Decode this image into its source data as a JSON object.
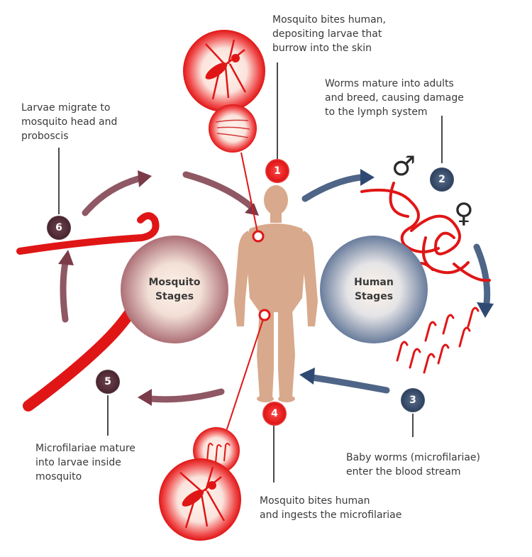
{
  "hubs": {
    "mosquito": "Mosquito\nStages",
    "human": "Human\nStages"
  },
  "steps": [
    {
      "num": "1",
      "text": "Mosquito bites human,\ndepositing larvae that\nburrow into the skin"
    },
    {
      "num": "2",
      "text": "Worms mature into adults\nand breed, causing damage\nto the lymph system"
    },
    {
      "num": "3",
      "text": "Baby worms (microfilariae)\nenter the blood stream"
    },
    {
      "num": "4",
      "text": "Mosquito bites human\nand ingests the microfilariae"
    },
    {
      "num": "5",
      "text": "Microfilariae mature\ninto larvae inside\nmosquito"
    },
    {
      "num": "6",
      "text": "Larvae migrate to\nmosquito head and\nproboscis"
    }
  ],
  "symbols": {
    "male": "♂",
    "female": "♀"
  },
  "colors": {
    "red": "#e01616",
    "blue": "#2f4a72",
    "maroon": "#7b3b49",
    "skin": "#d8a98c"
  }
}
